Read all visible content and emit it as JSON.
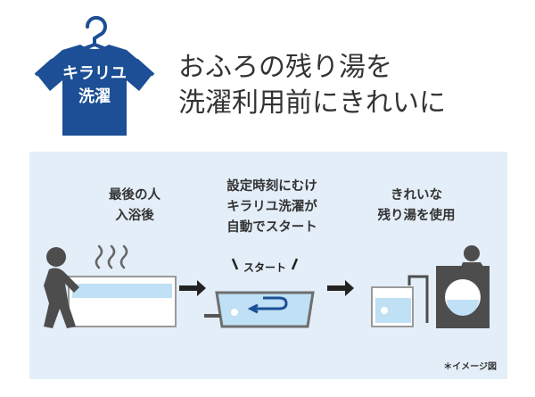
{
  "badge": {
    "line1": "キラリユ",
    "line2": "洗濯"
  },
  "headline": {
    "line1": "おふろの残り湯を",
    "line2": "洗濯利用前にきれいに"
  },
  "steps": [
    {
      "line1": "最後の人",
      "line2": "入浴後"
    },
    {
      "line1": "設定時刻にむけ",
      "line2": "キラリユ洗濯が",
      "line3": "自動でスタート"
    },
    {
      "line1": "きれいな",
      "line2": "残り湯を使用"
    }
  ],
  "start_label": "スタート",
  "note": "＊イメージ図",
  "colors": {
    "brand": "#1c4f95",
    "panel": "#e3eef8",
    "water": "#bfe0f5",
    "figure": "#4d4d4d"
  }
}
